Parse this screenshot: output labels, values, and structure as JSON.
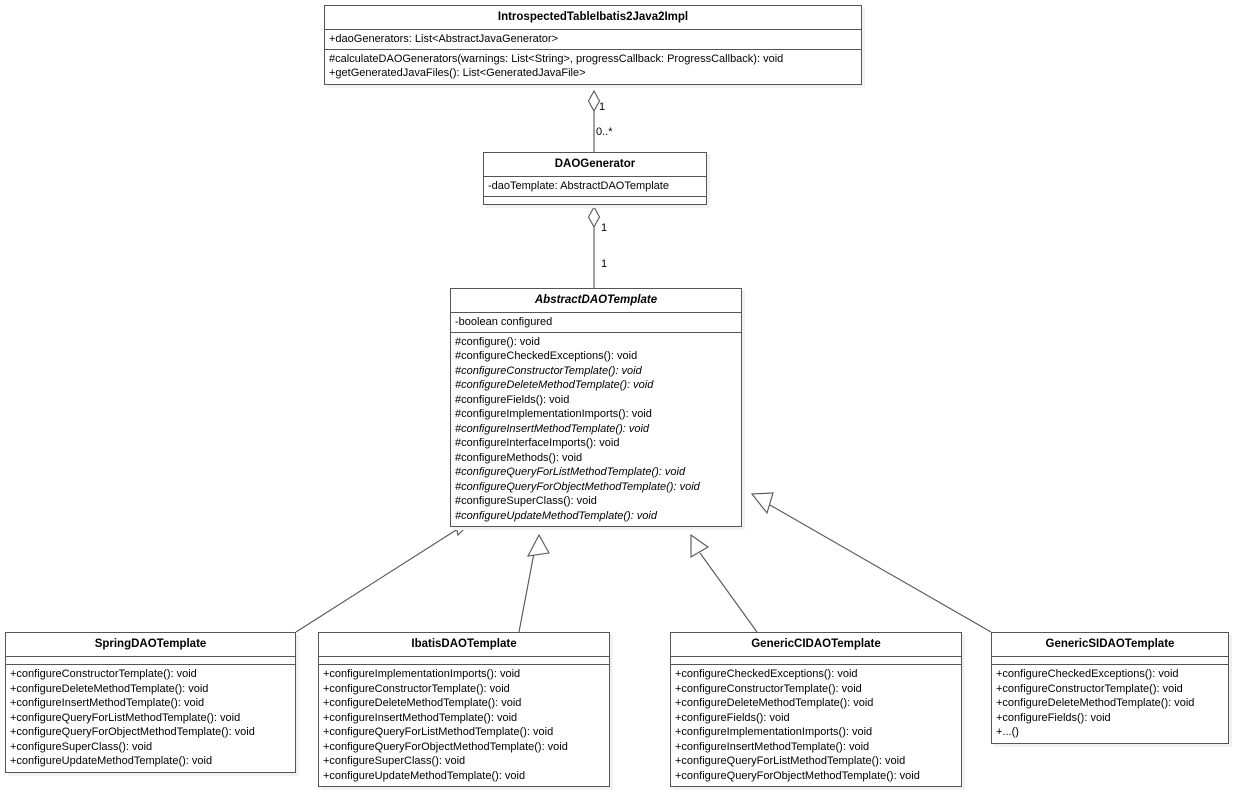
{
  "diagram": {
    "type": "uml-class-diagram",
    "line_color": "#555555",
    "shadow_color": "#f2f2f2",
    "background": "#ffffff"
  },
  "classes": {
    "introspected": {
      "name": "IntrospectedTableIbatis2Java2Impl",
      "abstract": false,
      "attributes": [
        {
          "text": "+daoGenerators: List<AbstractJavaGenerator>",
          "abstract": false
        }
      ],
      "operations": [
        {
          "text": "#calculateDAOGenerators(warnings: List<String>, progressCallback: ProgressCallback): void",
          "abstract": false
        },
        {
          "text": "+getGeneratedJavaFiles(): List<GeneratedJavaFile>",
          "abstract": false
        }
      ]
    },
    "daogenerator": {
      "name": "DAOGenerator",
      "abstract": false,
      "attributes": [
        {
          "text": "-daoTemplate: AbstractDAOTemplate",
          "abstract": false
        }
      ],
      "operations": []
    },
    "abstracttemplate": {
      "name": "AbstractDAOTemplate",
      "abstract": true,
      "attributes": [
        {
          "text": "-boolean configured",
          "abstract": false
        }
      ],
      "operations": [
        {
          "text": "#configure(): void",
          "abstract": false
        },
        {
          "text": "#configureCheckedExceptions(): void",
          "abstract": false
        },
        {
          "text": "#configureConstructorTemplate(): void",
          "abstract": true
        },
        {
          "text": "#configureDeleteMethodTemplate(): void",
          "abstract": true
        },
        {
          "text": "#configureFields(): void",
          "abstract": false
        },
        {
          "text": "#configureImplementationImports(): void",
          "abstract": false
        },
        {
          "text": "#configureInsertMethodTemplate(): void",
          "abstract": true
        },
        {
          "text": "#configureInterfaceImports(): void",
          "abstract": false
        },
        {
          "text": "#configureMethods(): void",
          "abstract": false
        },
        {
          "text": "#configureQueryForListMethodTemplate(): void",
          "abstract": true
        },
        {
          "text": "#configureQueryForObjectMethodTemplate(): void",
          "abstract": true
        },
        {
          "text": "#configureSuperClass(): void",
          "abstract": false
        },
        {
          "text": "#configureUpdateMethodTemplate(): void",
          "abstract": true
        }
      ]
    },
    "spring": {
      "name": "SpringDAOTemplate",
      "abstract": false,
      "attributes": [],
      "operations": [
        {
          "text": "+configureConstructorTemplate(): void",
          "abstract": false
        },
        {
          "text": "+configureDeleteMethodTemplate(): void",
          "abstract": false
        },
        {
          "text": "+configureInsertMethodTemplate(): void",
          "abstract": false
        },
        {
          "text": "+configureQueryForListMethodTemplate(): void",
          "abstract": false
        },
        {
          "text": "+configureQueryForObjectMethodTemplate(): void",
          "abstract": false
        },
        {
          "text": "+configureSuperClass(): void",
          "abstract": false
        },
        {
          "text": "+configureUpdateMethodTemplate(): void",
          "abstract": false
        }
      ]
    },
    "ibatis": {
      "name": "IbatisDAOTemplate",
      "abstract": false,
      "attributes": [],
      "operations": [
        {
          "text": "+configureImplementationImports(): void",
          "abstract": false
        },
        {
          "text": "+configureConstructorTemplate(): void",
          "abstract": false
        },
        {
          "text": "+configureDeleteMethodTemplate(): void",
          "abstract": false
        },
        {
          "text": "+configureInsertMethodTemplate(): void",
          "abstract": false
        },
        {
          "text": "+configureQueryForListMethodTemplate(): void",
          "abstract": false
        },
        {
          "text": "+configureQueryForObjectMethodTemplate(): void",
          "abstract": false
        },
        {
          "text": "+configureSuperClass(): void",
          "abstract": false
        },
        {
          "text": "+configureUpdateMethodTemplate(): void",
          "abstract": false
        }
      ]
    },
    "genericci": {
      "name": "GenericCIDAOTemplate",
      "abstract": false,
      "attributes": [],
      "operations": [
        {
          "text": "+configureCheckedExceptions(): void",
          "abstract": false
        },
        {
          "text": "+configureConstructorTemplate(): void",
          "abstract": false
        },
        {
          "text": "+configureDeleteMethodTemplate(): void",
          "abstract": false
        },
        {
          "text": "+configureFields(): void",
          "abstract": false
        },
        {
          "text": "+configureImplementationImports(): void",
          "abstract": false
        },
        {
          "text": "+configureInsertMethodTemplate(): void",
          "abstract": false
        },
        {
          "text": "+configureQueryForListMethodTemplate(): void",
          "abstract": false
        },
        {
          "text": "+configureQueryForObjectMethodTemplate(): void",
          "abstract": false
        }
      ]
    },
    "genericsi": {
      "name": "GenericSIDAOTemplate",
      "abstract": false,
      "attributes": [],
      "operations": [
        {
          "text": "+configureCheckedExceptions(): void",
          "abstract": false
        },
        {
          "text": "+configureConstructorTemplate(): void",
          "abstract": false
        },
        {
          "text": "+configureDeleteMethodTemplate(): void",
          "abstract": false
        },
        {
          "text": "+configureFields(): void",
          "abstract": false
        },
        {
          "text": "+...()",
          "abstract": false
        }
      ]
    }
  },
  "relationships": {
    "aggregation_top": {
      "kind": "aggregation",
      "from": "IntrospectedTableIbatis2Java2Impl",
      "to": "DAOGenerator",
      "source_multiplicity": "1",
      "target_multiplicity": "0..*"
    },
    "aggregation_mid": {
      "kind": "aggregation",
      "from": "DAOGenerator",
      "to": "AbstractDAOTemplate",
      "source_multiplicity": "1",
      "target_multiplicity": "1"
    },
    "generalizations": [
      {
        "kind": "generalization",
        "from": "SpringDAOTemplate",
        "to": "AbstractDAOTemplate"
      },
      {
        "kind": "generalization",
        "from": "IbatisDAOTemplate",
        "to": "AbstractDAOTemplate"
      },
      {
        "kind": "generalization",
        "from": "GenericCIDAOTemplate",
        "to": "AbstractDAOTemplate"
      },
      {
        "kind": "generalization",
        "from": "GenericSIDAOTemplate",
        "to": "AbstractDAOTemplate"
      }
    ]
  }
}
